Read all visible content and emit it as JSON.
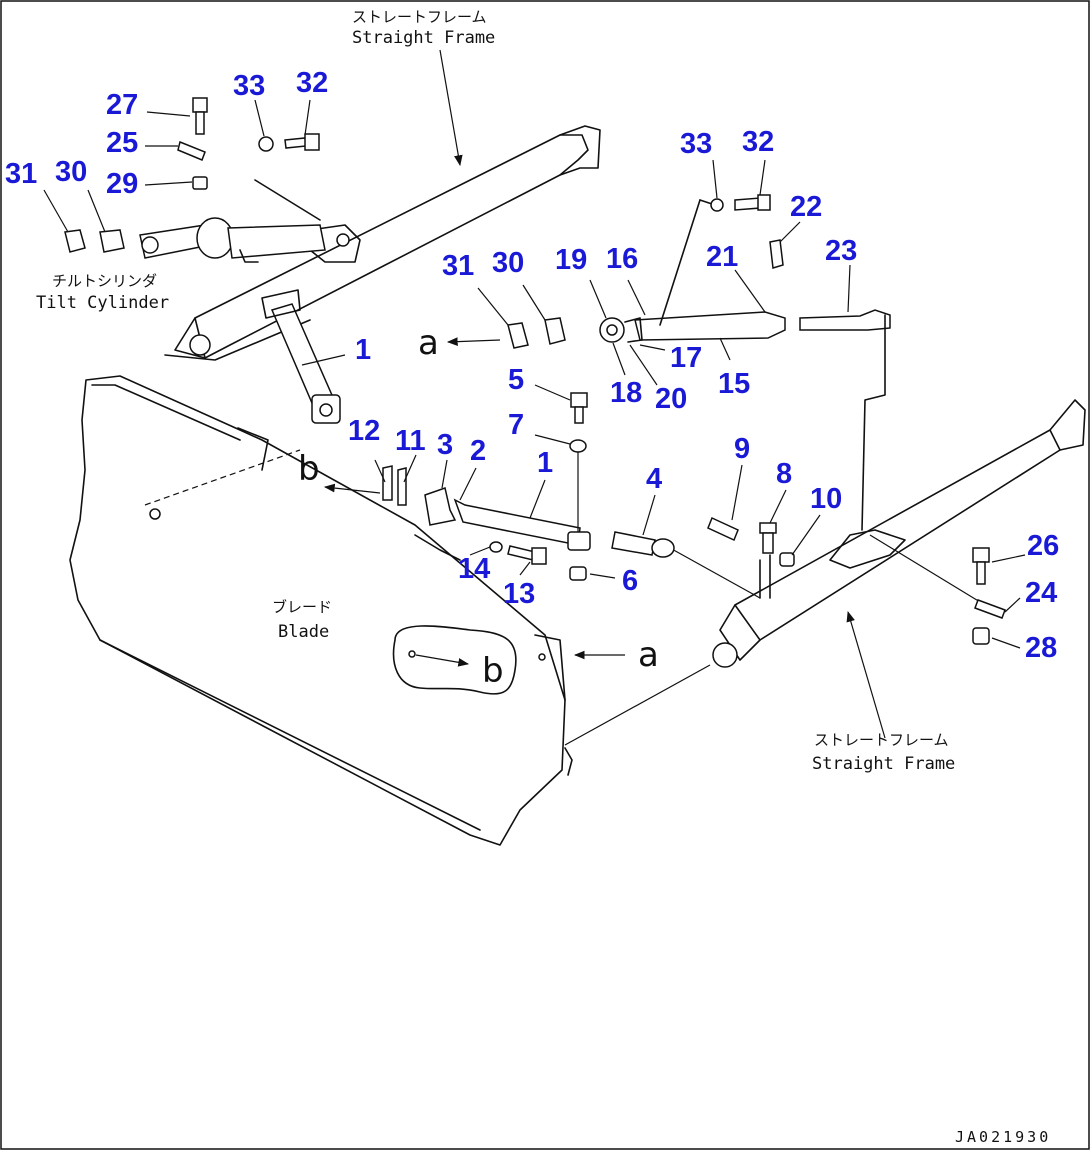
{
  "colors": {
    "callout": "#1a1ad6",
    "line": "#111111"
  },
  "labels": {
    "frame_top_jp": "ストレートフレーム",
    "frame_top_en": "Straight Frame",
    "tilt_jp": "チルトシリンダ",
    "tilt_en": "Tilt Cylinder",
    "blade_jp": "ブレード",
    "blade_en": "Blade",
    "frame_right_jp": "ストレートフレーム",
    "frame_right_en": "Straight Frame",
    "ref_a1": "a",
    "ref_a2": "a",
    "ref_b1": "b",
    "ref_b2": "b",
    "drawing_code": "JA021930"
  },
  "callouts": {
    "c27": "27",
    "c33a": "33",
    "c32a": "32",
    "c25": "25",
    "c29": "29",
    "c31a": "31",
    "c30a": "30",
    "c1a": "1",
    "c33b": "33",
    "c32b": "32",
    "c22": "22",
    "c23": "23",
    "c19": "19",
    "c16": "16",
    "c21": "21",
    "c31b": "31",
    "c30b": "30",
    "c17": "17",
    "c15": "15",
    "c18": "18",
    "c20": "20",
    "c5": "5",
    "c7": "7",
    "c12": "12",
    "c11": "11",
    "c3": "3",
    "c2": "2",
    "c1b": "1",
    "c9": "9",
    "c8": "8",
    "c10": "10",
    "c4": "4",
    "c14": "14",
    "c13": "13",
    "c6": "6",
    "c26": "26",
    "c24": "24",
    "c28": "28"
  }
}
